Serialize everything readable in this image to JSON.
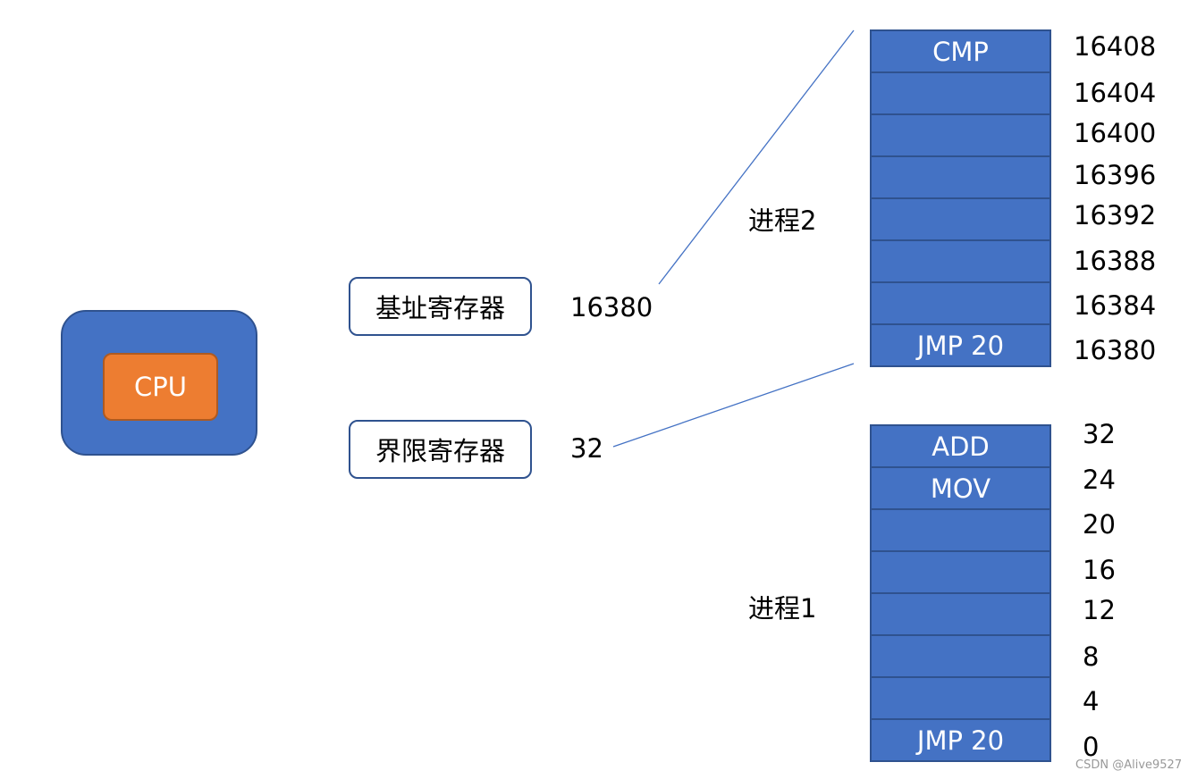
{
  "cpu": {
    "label": "CPU"
  },
  "registers": {
    "base": {
      "label": "基址寄存器",
      "value": "16380"
    },
    "limit": {
      "label": "界限寄存器",
      "value": "32"
    }
  },
  "process2": {
    "label": "进程2",
    "cells": [
      "CMP",
      "",
      "",
      "",
      "",
      "",
      "",
      "JMP 20"
    ],
    "addresses": [
      "16408",
      "16404",
      "16400",
      "16396",
      "16392",
      "16388",
      "16384",
      "16380"
    ]
  },
  "process1": {
    "label": "进程1",
    "cells": [
      "ADD",
      "MOV",
      "",
      "",
      "",
      "",
      "",
      "JMP 20"
    ],
    "addresses": [
      "32",
      "24",
      "20",
      "16",
      "12",
      "8",
      "4",
      "0"
    ]
  },
  "watermark": "CSDN @Alive9527",
  "colors": {
    "cpu_outer": "#4472C4",
    "cpu_inner": "#ED7D31",
    "memory_cell": "#4472C4",
    "border": "#2F528F"
  }
}
